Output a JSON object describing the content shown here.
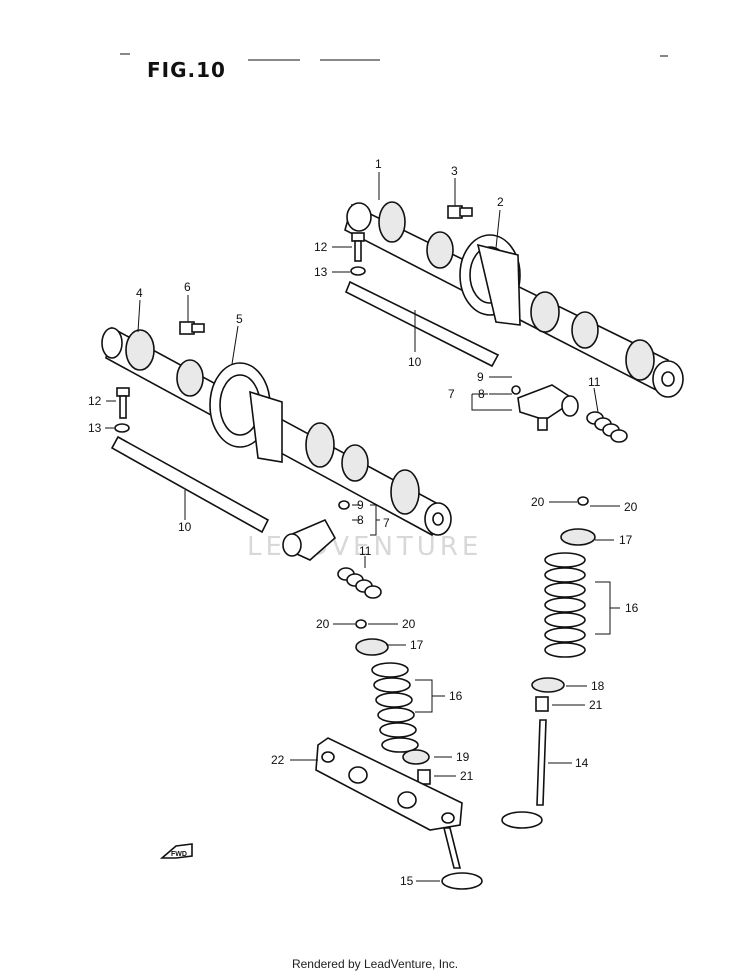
{
  "figure": {
    "title": "FIG.10",
    "watermark": "LEADVENTURE",
    "footer": "Rendered by LeadVenture, Inc.",
    "callouts": [
      {
        "id": "c1",
        "text": "1"
      },
      {
        "id": "c2",
        "text": "2"
      },
      {
        "id": "c3",
        "text": "3"
      },
      {
        "id": "c4",
        "text": "4"
      },
      {
        "id": "c5",
        "text": "5"
      },
      {
        "id": "c6",
        "text": "6"
      },
      {
        "id": "c7a",
        "text": "7"
      },
      {
        "id": "c7b",
        "text": "7"
      },
      {
        "id": "c8a",
        "text": "8"
      },
      {
        "id": "c8b",
        "text": "8"
      },
      {
        "id": "c9a",
        "text": "9"
      },
      {
        "id": "c9b",
        "text": "9"
      },
      {
        "id": "c10a",
        "text": "10"
      },
      {
        "id": "c10b",
        "text": "10"
      },
      {
        "id": "c11a",
        "text": "11"
      },
      {
        "id": "c11b",
        "text": "11"
      },
      {
        "id": "c12a",
        "text": "12"
      },
      {
        "id": "c12b",
        "text": "12"
      },
      {
        "id": "c13a",
        "text": "13"
      },
      {
        "id": "c13b",
        "text": "13"
      },
      {
        "id": "c14",
        "text": "14"
      },
      {
        "id": "c15",
        "text": "15"
      },
      {
        "id": "c16a",
        "text": "16"
      },
      {
        "id": "c16b",
        "text": "16"
      },
      {
        "id": "c17a",
        "text": "17"
      },
      {
        "id": "c17b",
        "text": "17"
      },
      {
        "id": "c18",
        "text": "18"
      },
      {
        "id": "c19",
        "text": "19"
      },
      {
        "id": "c20a",
        "text": "20"
      },
      {
        "id": "c20b",
        "text": "20"
      },
      {
        "id": "c20c",
        "text": "20"
      },
      {
        "id": "c20d",
        "text": "20"
      },
      {
        "id": "c21a",
        "text": "21"
      },
      {
        "id": "c21b",
        "text": "21"
      },
      {
        "id": "c22",
        "text": "22"
      }
    ],
    "fwd_label": "FWD"
  }
}
